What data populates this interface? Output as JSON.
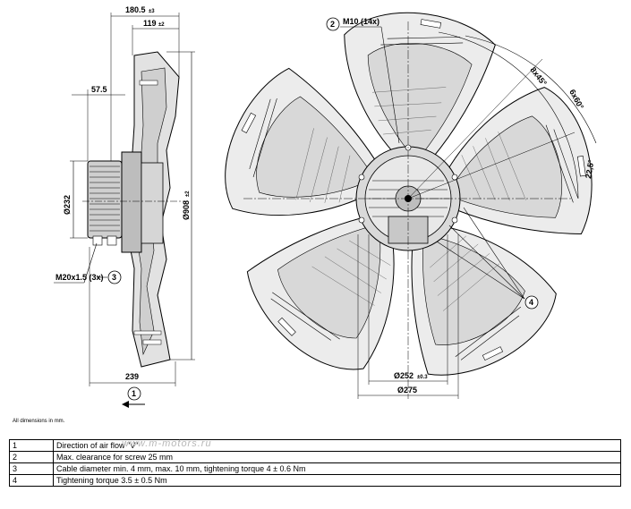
{
  "dimensions": {
    "overall_depth": "180.5",
    "overall_depth_tol": "±3",
    "rotor_depth": "119",
    "rotor_depth_tol": "±2",
    "hub_offset": "57.5",
    "motor_diameter": "Ø232",
    "fan_diameter": "Ø908",
    "fan_diameter_tol": "±2",
    "thread": "M20x1.5 (3x)",
    "base_length": "239",
    "screw": "M10 (14x)",
    "angle_45": "8x45°",
    "angle_90": "6x60°",
    "angle_225": "22,5°",
    "ring_inner": "Ø252",
    "ring_inner_tol": "±0.3",
    "ring_outer": "Ø275"
  },
  "callouts": {
    "c1": "1",
    "c2": "2",
    "c3": "3",
    "c4": "4"
  },
  "note": "All dimensions in mm.",
  "watermark": "www.m-motors.ru",
  "legend": [
    {
      "num": "1",
      "text": "Direction of air flow \"V\""
    },
    {
      "num": "2",
      "text": "Max. clearance for screw 25 mm"
    },
    {
      "num": "3",
      "text": "Cable diameter min. 4 mm, max. 10 mm, tightening torque 4 ± 0.6 Nm"
    },
    {
      "num": "4",
      "text": "Tightening torque 3.5 ± 0.5 Nm"
    }
  ]
}
